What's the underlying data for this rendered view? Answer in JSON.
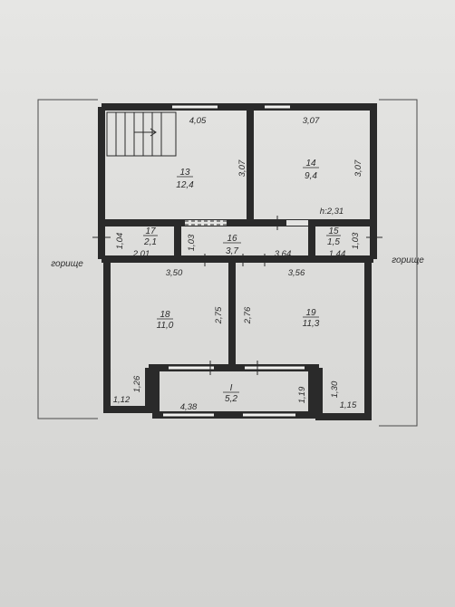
{
  "outer_labels": {
    "left": "горище",
    "right": "горище"
  },
  "rooms": [
    {
      "id": "13",
      "area": "12,4"
    },
    {
      "id": "14",
      "area": "9,4"
    },
    {
      "id": "17",
      "area": "2,1"
    },
    {
      "id": "16",
      "area": "3,7"
    },
    {
      "id": "15",
      "area": "1,5"
    },
    {
      "id": "18",
      "area": "11,0"
    },
    {
      "id": "19",
      "area": "11,3"
    },
    {
      "id": "I",
      "area": "5,2"
    }
  ],
  "dimensions": {
    "top_left_width": "4,05",
    "top_right_width": "3,07",
    "room13_height": "3,07",
    "room14_height": "3,07",
    "ceiling_height": "h:2,31",
    "r17_height": "1,04",
    "r17_width": "2,01",
    "r16_height": "1,03",
    "r16_width": "3,64",
    "r15_height": "1,03",
    "r15_width": "1,44",
    "r18_width": "3,50",
    "r19_width": "3,56",
    "r18_height": "2,75",
    "r19_height": "2,76",
    "left_notch_h": "1,26",
    "left_notch_w": "1,12",
    "right_notch_h": "1,30",
    "right_notch_w": "1,15",
    "balcony_width": "4,38",
    "balcony_height": "1,19"
  }
}
